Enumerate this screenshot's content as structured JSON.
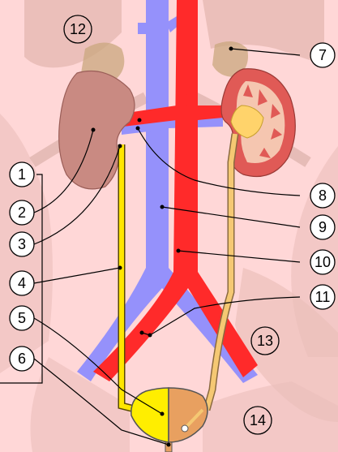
{
  "diagram": {
    "colors": {
      "background": "#ffd7d7",
      "body_shadow": "#e8bbb5",
      "bone": "#c9a77e",
      "artery": "#ff2a2a",
      "vein": "#8a8aff",
      "kidney_left": "#c98a82",
      "kidney_right_cortex": "#e05a56",
      "kidney_right_medulla": "#f5c6b0",
      "renal_pelvis": "#ffd36b",
      "ureter": "#ffe600",
      "bladder_left": "#ffee00",
      "bladder_right": "#e8a060",
      "bladder_outline": "#555555"
    },
    "labels": [
      {
        "id": "1",
        "text": "1"
      },
      {
        "id": "2",
        "text": "2"
      },
      {
        "id": "3",
        "text": "3"
      },
      {
        "id": "4",
        "text": "4"
      },
      {
        "id": "5",
        "text": "5"
      },
      {
        "id": "6",
        "text": "6"
      },
      {
        "id": "7",
        "text": "7"
      },
      {
        "id": "8",
        "text": "8"
      },
      {
        "id": "9",
        "text": "9"
      },
      {
        "id": "10",
        "text": "10"
      },
      {
        "id": "11",
        "text": "11"
      },
      {
        "id": "12",
        "text": "12"
      },
      {
        "id": "13",
        "text": "13"
      },
      {
        "id": "14",
        "text": "14"
      }
    ]
  }
}
